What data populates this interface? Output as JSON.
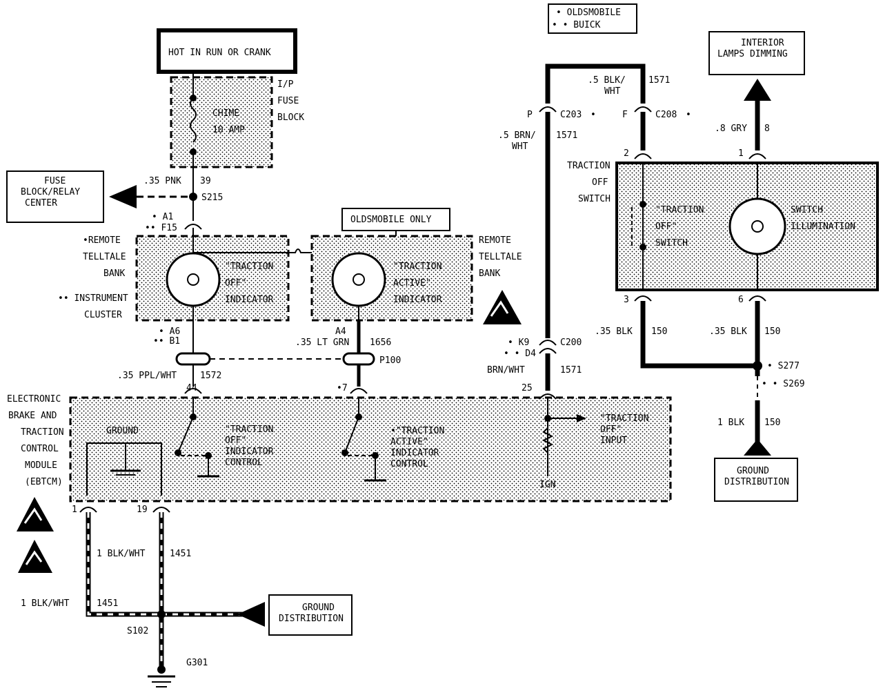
{
  "legend": {
    "olds": "• OLDSMOBILE",
    "buick": "• • BUICK"
  },
  "top": {
    "hot": "HOT IN RUN OR CRANK",
    "ip1": "I/P",
    "ip2": "FUSE",
    "ip3": "BLOCK",
    "chime1": "CHIME",
    "chime2": "10 AMP"
  },
  "fuseblock": {
    "l1": "FUSE",
    "l2": "BLOCK/RELAY",
    "l3": "CENTER"
  },
  "wires": {
    "pnk": ".35 PNK",
    "pnk_n": "39",
    "s215": "S215",
    "a1": "• A1",
    "f15": "•• F15",
    "a6": "• A6",
    "b1": "•• B1",
    "ppl": ".35 PPL/WHT",
    "ppl_n": "1572",
    "p44": "44",
    "a4": "A4",
    "ltgrn": ".35 LT GRN",
    "ltgrn_n": "1656",
    "p100": "P100",
    "p7": "•7",
    "blkwht_a": "1 BLK/WHT",
    "blkwht_a_n": "1451",
    "blkwht_b": "1 BLK/WHT",
    "blkwht_b_n": "1451",
    "s102": "S102",
    "g301": "G301",
    "pin1": "1",
    "pin19": "19"
  },
  "indicators": {
    "rtb1": "•REMOTE",
    "rtb2": "TELLTALE",
    "rtb3": "BANK",
    "ic1": "•• INSTRUMENT",
    "ic2": "CLUSTER",
    "toff1": "\"TRACTION",
    "toff2": "OFF\"",
    "toff3": "INDICATOR",
    "olds_only": "OLDSMOBILE ONLY",
    "tact1": "\"TRACTION",
    "tact2": "ACTIVE\"",
    "tact3": "INDICATOR",
    "rtb_r1": "REMOTE",
    "rtb_r2": "TELLTALE",
    "rtb_r3": "BANK"
  },
  "ebtcm": {
    "l1": "ELECTRONIC",
    "l2": "BRAKE AND",
    "l3": "TRACTION",
    "l4": "CONTROL",
    "l5": "MODULE",
    "l6": "(EBTCM)",
    "ground": "GROUND",
    "oc1": "\"TRACTION",
    "oc2": "OFF\"",
    "oc3": "INDICATOR",
    "oc4": "CONTROL",
    "ac1": "•\"TRACTION",
    "ac2": "ACTIVE\"",
    "ac3": "INDICATOR",
    "ac4": "CONTROL",
    "in1": "\"TRACTION",
    "in2": "OFF\"",
    "in3": "INPUT",
    "ign": "IGN"
  },
  "gd_bottom": {
    "l1": "GROUND",
    "l2": "DISTRIBUTION"
  },
  "right": {
    "p": "P",
    "c203": "C203",
    "c203s": "•",
    "f": "F",
    "c208": "C208",
    "c208s": "•",
    "blkwht": ".5 BLK/",
    "blkwht2": "WHT",
    "n1571a": "1571",
    "brnwht": ".5 BRN/",
    "brnwht2": "WHT",
    "n1571b": "1571",
    "k9": "• K9",
    "d4": "• • D4",
    "c200": "C200",
    "brnwht3": "BRN/WHT",
    "n1571c": "1571",
    "p25": "25",
    "pin2": "2",
    "pin1": "1",
    "pin3": "3",
    "pin6": "6",
    "tos1": "TRACTION",
    "tos2": "OFF",
    "tos3": "SWITCH",
    "sw1": "\"TRACTION",
    "sw2": "OFF\"",
    "sw3": "SWITCH",
    "il1": "SWITCH",
    "il2": "ILLUMINATION",
    "gry": ".8 GRY",
    "gry_n": "8",
    "ild1": "INTERIOR",
    "ild2": "LAMPS DIMMING",
    "blk_a": ".35 BLK",
    "blk_a_n": "150",
    "blk_b": ".35 BLK",
    "blk_b_n": "150",
    "s277": "• S277",
    "s269": "• • S269",
    "blk_c": "1 BLK",
    "blk_c_n": "150",
    "gd1": "GROUND",
    "gd2": "DISTRIBUTION"
  }
}
